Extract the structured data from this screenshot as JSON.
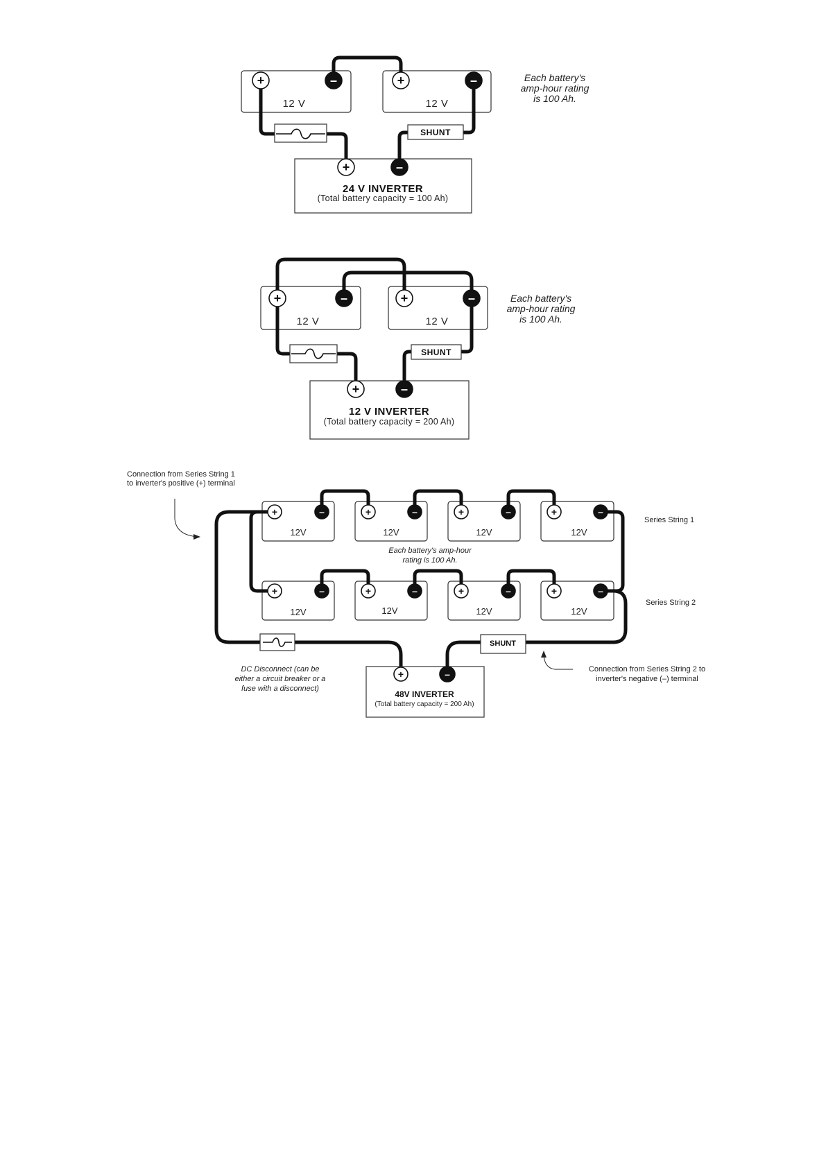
{
  "diagram1": {
    "battery_voltage": "12 V",
    "shunt_label": "SHUNT",
    "inverter_title": "24 V INVERTER",
    "inverter_capacity": "(Total battery capacity = 100 Ah)",
    "note_lines": [
      "Each battery's",
      "amp-hour rating",
      "is 100 Ah."
    ]
  },
  "diagram2": {
    "battery_voltage": "12 V",
    "shunt_label": "SHUNT",
    "inverter_title": "12 V INVERTER",
    "inverter_capacity": "(Total battery capacity = 200 Ah)",
    "note_lines": [
      "Each battery's",
      "amp-hour rating",
      "is 100 Ah."
    ]
  },
  "diagram3": {
    "battery_voltage": "12V",
    "shunt_label": "SHUNT",
    "inverter_title": "48V  INVERTER",
    "inverter_capacity": "(Total battery capacity = 200 Ah)",
    "string1_label": "Series String 1",
    "string2_label": "Series String 2",
    "note_lines": [
      "Each battery's amp-hour",
      "rating is 100 Ah."
    ],
    "callout_positive_lines": [
      "Connection from Series String 1",
      "to inverter's positive (+) terminal"
    ],
    "callout_negative_lines": [
      "Connection from Series String 2 to",
      "inverter's negative (–) terminal"
    ],
    "disconnect_lines": [
      "DC Disconnect (can be",
      "either a circuit breaker or a",
      "fuse with a disconnect)"
    ]
  },
  "symbols": {
    "plus": "+",
    "minus": "–"
  },
  "colors": {
    "wire": "#111111",
    "box_stroke": "#333333"
  }
}
